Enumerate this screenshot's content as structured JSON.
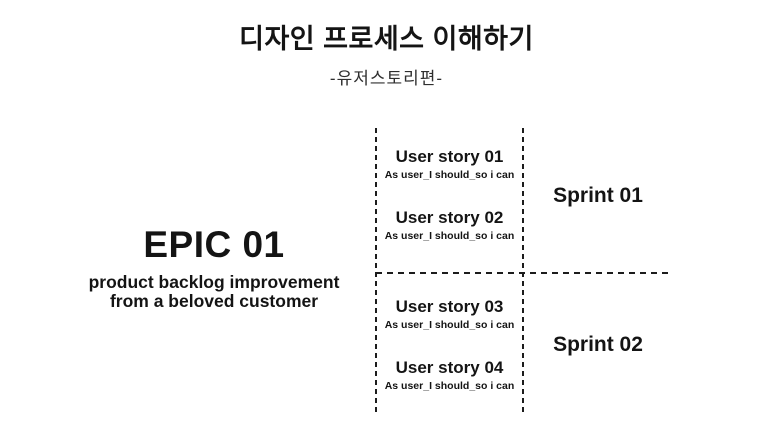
{
  "header": {
    "title": "디자인 프로세스 이해하기",
    "subtitle": "-유저스토리편-"
  },
  "epic": {
    "title": "EPIC 01",
    "description_line1": "product backlog improvement",
    "description_line2": "from a beloved customer"
  },
  "user_stories": [
    {
      "title": "User story 01",
      "subtitle": "As user_I should_so i can"
    },
    {
      "title": "User story 02",
      "subtitle": "As user_I should_so i can"
    },
    {
      "title": "User story 03",
      "subtitle": "As user_I should_so i can"
    },
    {
      "title": "User story 04",
      "subtitle": "As user_I should_so i can"
    }
  ],
  "sprints": [
    {
      "label": "Sprint 01"
    },
    {
      "label": "Sprint 02"
    }
  ],
  "colors": {
    "background": "#ffffff",
    "text": "#141414",
    "divider": "#1c1c1c"
  }
}
